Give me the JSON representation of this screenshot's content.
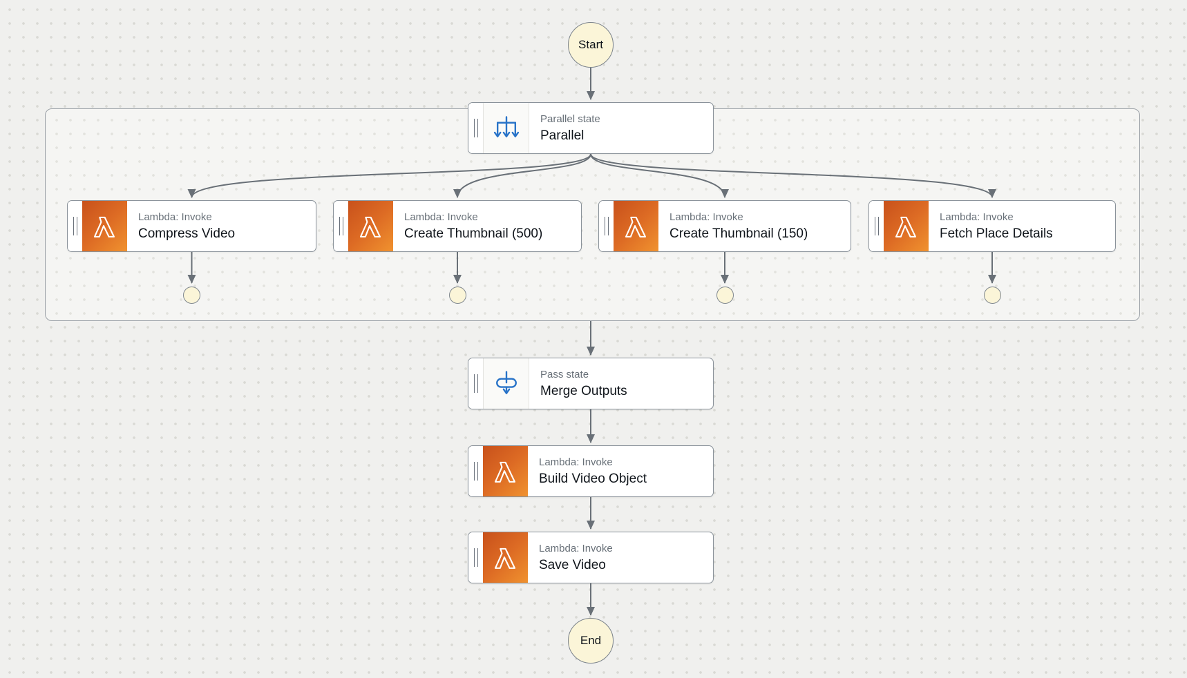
{
  "canvas": {
    "background": "#F0F0EE",
    "dot_color": "#D9D9D4"
  },
  "colors": {
    "edge_line": "#697077",
    "box_border": "#8A929A",
    "accent_blue": "#2873C8",
    "lambda_gradient_start": "#C8511B",
    "lambda_gradient_end": "#F0922F",
    "round_node_fill": "#FBF5D8",
    "type_label_gray": "#687078",
    "title_dark": "#0F141A"
  },
  "start": {
    "label": "Start"
  },
  "end": {
    "label": "End"
  },
  "parallel": {
    "type_label": "Parallel state",
    "title": "Parallel",
    "icon": "parallel-icon"
  },
  "branches": [
    {
      "type_label": "Lambda: Invoke",
      "title": "Compress Video",
      "icon": "lambda-icon"
    },
    {
      "type_label": "Lambda: Invoke",
      "title": "Create Thumbnail (500)",
      "icon": "lambda-icon"
    },
    {
      "type_label": "Lambda: Invoke",
      "title": "Create Thumbnail (150)",
      "icon": "lambda-icon"
    },
    {
      "type_label": "Lambda: Invoke",
      "title": "Fetch Place Details",
      "icon": "lambda-icon"
    }
  ],
  "sequence": [
    {
      "type_label": "Pass state",
      "title": "Merge Outputs",
      "icon": "pass-icon"
    },
    {
      "type_label": "Lambda: Invoke",
      "title": "Build Video Object",
      "icon": "lambda-icon"
    },
    {
      "type_label": "Lambda: Invoke",
      "title": "Save Video",
      "icon": "lambda-icon"
    }
  ]
}
